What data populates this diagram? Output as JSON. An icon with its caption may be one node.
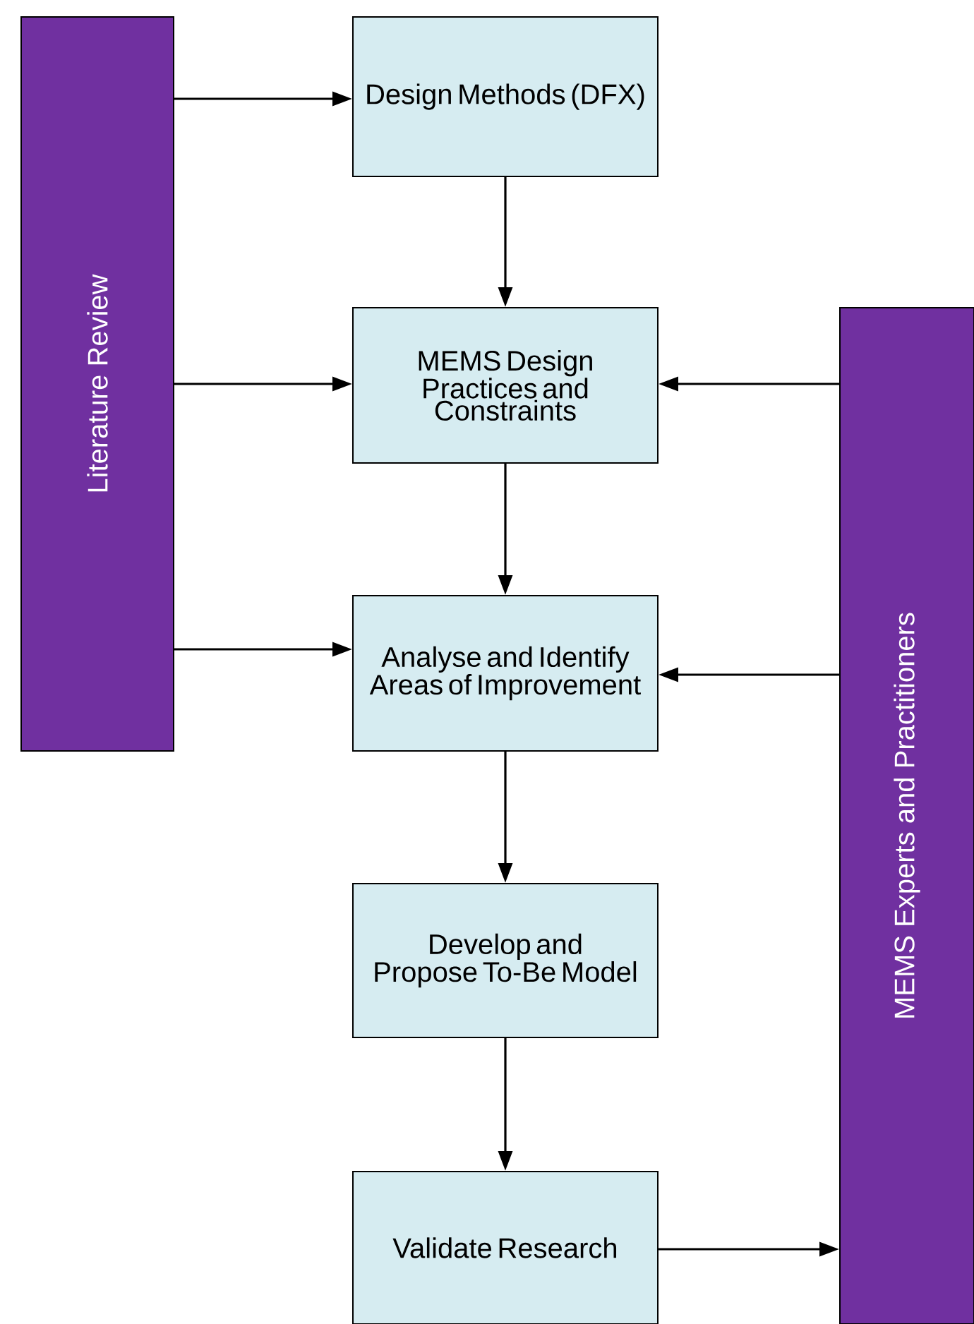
{
  "diagram": {
    "nodes": [
      {
        "text": [
          "Literature Review"
        ]
      },
      {
        "text": [
          "Design Methods (DFX)"
        ]
      },
      {
        "text": [
          "MEMS Design Practices and Constraints"
        ]
      },
      {
        "text": [
          "Analyse and Identify Areas of Improvement"
        ]
      },
      {
        "text": [
          "Develop and Propose To-Be Model"
        ]
      },
      {
        "text": [
          "Validate Research"
        ]
      },
      {
        "text": [
          "MEMS Experts and Practitioners"
        ]
      }
    ],
    "edges": [
      {
        "from": 0,
        "to": 1,
        "arrow": "to"
      },
      {
        "from": 1,
        "to": 2,
        "arrow": "to"
      },
      {
        "from": 0,
        "to": 2,
        "arrow": "to"
      },
      {
        "from": 6,
        "to": 2,
        "arrow": "to"
      },
      {
        "from": 2,
        "to": 3,
        "arrow": "to"
      },
      {
        "from": 0,
        "to": 3,
        "arrow": "to"
      },
      {
        "from": 6,
        "to": 3,
        "arrow": "to"
      },
      {
        "from": 3,
        "to": 4,
        "arrow": "to"
      },
      {
        "from": 4,
        "to": 5,
        "arrow": "to"
      },
      {
        "from": 5,
        "to": 6,
        "arrow": "to"
      }
    ]
  }
}
